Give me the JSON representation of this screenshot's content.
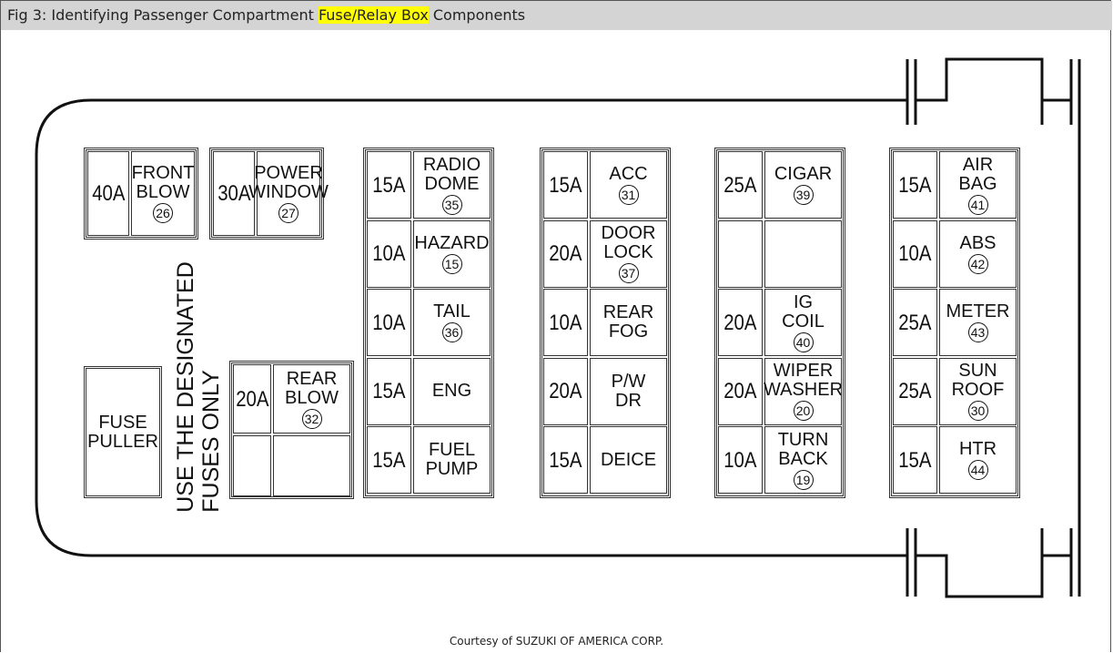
{
  "title": {
    "before": "Fig 3: Identifying Passenger Compartment ",
    "highlight": "Fuse/Relay Box",
    "after": " Components",
    "highlight_color": "#ffff00"
  },
  "top_fuses": [
    {
      "amp": "40A",
      "label": [
        "FRONT",
        "BLOW"
      ],
      "num": "26"
    },
    {
      "amp": "30A",
      "label": [
        "POWER",
        "WINDOW"
      ],
      "num": "27"
    }
  ],
  "fuse_puller": [
    "FUSE",
    "PULLER"
  ],
  "warning": [
    "USE THE DESIGNATED",
    "FUSES ONLY"
  ],
  "rear_blow": {
    "amp": "20A",
    "label": [
      "REAR",
      "BLOW"
    ],
    "num": "32"
  },
  "columns": [
    [
      {
        "amp": "15A",
        "label": [
          "RADIO",
          "DOME"
        ],
        "num": "35"
      },
      {
        "amp": "10A",
        "label": [
          "HAZARD"
        ],
        "num": "15"
      },
      {
        "amp": "10A",
        "label": [
          "TAIL"
        ],
        "num": "36"
      },
      {
        "amp": "15A",
        "label": [
          "ENG"
        ],
        "num": ""
      },
      {
        "amp": "15A",
        "label": [
          "FUEL",
          "PUMP"
        ],
        "num": ""
      }
    ],
    [
      {
        "amp": "15A",
        "label": [
          "ACC"
        ],
        "num": "31"
      },
      {
        "amp": "20A",
        "label": [
          "DOOR",
          "LOCK"
        ],
        "num": "37"
      },
      {
        "amp": "10A",
        "label": [
          "REAR",
          "FOG"
        ],
        "num": ""
      },
      {
        "amp": "20A",
        "label": [
          "P/W",
          "DR"
        ],
        "num": ""
      },
      {
        "amp": "15A",
        "label": [
          "DEICE"
        ],
        "num": ""
      }
    ],
    [
      {
        "amp": "25A",
        "label": [
          "CIGAR"
        ],
        "num": "39"
      },
      {
        "amp": "",
        "label": [],
        "num": ""
      },
      {
        "amp": "20A",
        "label": [
          "IG",
          "COIL"
        ],
        "num": "40"
      },
      {
        "amp": "20A",
        "label": [
          "WIPER",
          "WASHER"
        ],
        "num": "20"
      },
      {
        "amp": "10A",
        "label": [
          "TURN",
          "BACK"
        ],
        "num": "19"
      }
    ],
    [
      {
        "amp": "15A",
        "label": [
          "AIR",
          "BAG"
        ],
        "num": "41"
      },
      {
        "amp": "10A",
        "label": [
          "ABS"
        ],
        "num": "42"
      },
      {
        "amp": "25A",
        "label": [
          "METER"
        ],
        "num": "43"
      },
      {
        "amp": "25A",
        "label": [
          "SUN",
          "ROOF"
        ],
        "num": "30"
      },
      {
        "amp": "15A",
        "label": [
          "HTR"
        ],
        "num": "44"
      }
    ]
  ],
  "courtesy": "Courtesy of SUZUKI OF AMERICA CORP."
}
